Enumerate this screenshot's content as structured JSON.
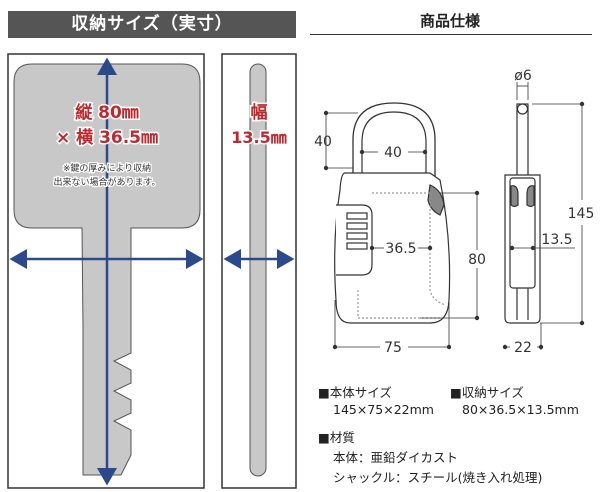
{
  "storage_section": {
    "title": "収納サイズ（実寸）",
    "height_label": "縦 80㎜",
    "width_label": "× 横 36.5㎜",
    "note_line1": "※鍵の厚みにより収納",
    "note_line2": "出来ない場合があります。",
    "thickness_label": "幅",
    "thickness_value": "13.5㎜"
  },
  "spec_section": {
    "title": "商品仕様",
    "dimensions": {
      "shackle_height": "40",
      "shackle_width": "40",
      "inner_width": "36.5",
      "inner_height": "80",
      "body_width": "75",
      "shackle_diameter": "ø6",
      "total_height": "145",
      "inner_depth": "13.5",
      "body_depth": "22"
    },
    "body_size_heading": "■本体サイズ",
    "body_size_value": "145×75×22mm",
    "storage_size_heading": "■収納サイズ",
    "storage_size_value": "80×36.5×13.5mm",
    "material_heading": "■材質",
    "material_body": "本体：亜鉛ダイカスト",
    "material_shackle": "シャックル：スチール(焼き入れ処理)"
  },
  "colors": {
    "header_bg": "#555555",
    "accent_red": "#c0282d",
    "arrow_blue": "#2a4a8c",
    "key_gray": "#c8c8c8"
  }
}
